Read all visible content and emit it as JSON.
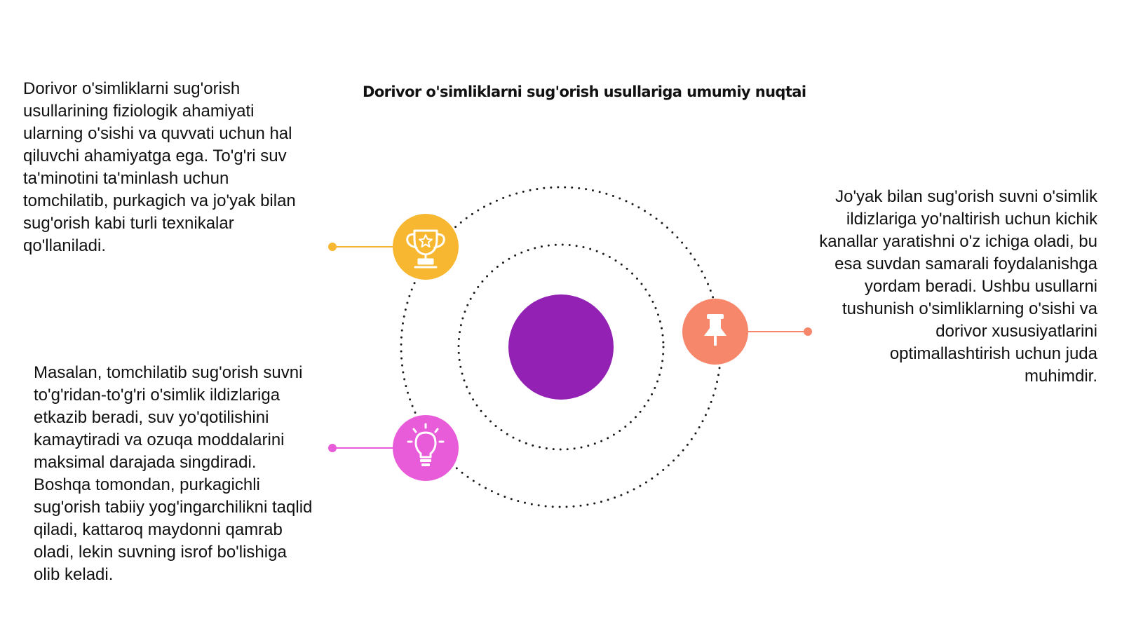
{
  "title": "Dorivor o'simliklarni sug'orish usullariga umumiy nuqtai",
  "items": [
    {
      "text": "Dorivor o'simliklarni sug'orish usullarining fiziologik ahamiyati ularning o'sishi va quvvati uchun hal qiluvchi ahamiyatga ega. To'g'ri suv ta'minotini ta'minlash uchun tomchilatib, purkagich va jo'yak bilan sug'orish kabi turli texnikalar qo'llaniladi.",
      "icon": "trophy-icon",
      "color": "#F7B731"
    },
    {
      "text": "Jo'yak bilan sug'orish suvni o'simlik ildizlariga yo'naltirish uchun kichik kanallar yaratishni o'z ichiga oladi, bu esa suvdan samarali foydalanishga yordam beradi. Ushbu usullarni tushunish o'simliklarning o'sishi va dorivor xususiyatlarini optimallashtirish uchun juda muhimdir.",
      "icon": "pushpin-icon",
      "color": "#F7876B"
    },
    {
      "text": "Masalan, tomchilatib sug'orish suvni to'g'ridan-to'g'ri o'simlik ildizlariga etkazib beradi, suv yo'qotilishini kamaytiradi va ozuqa moddalarini maksimal darajada singdiradi. Boshqa tomondan, purkagichli sug'orish tabiiy yog'ingarchilikni taqlid qiladi, kattaroq maydonni qamrab oladi, lekin suvning isrof bo'lishiga olib keladi.",
      "icon": "lightbulb-icon",
      "color": "#E85CD9"
    }
  ],
  "center_color": "#9322B4"
}
